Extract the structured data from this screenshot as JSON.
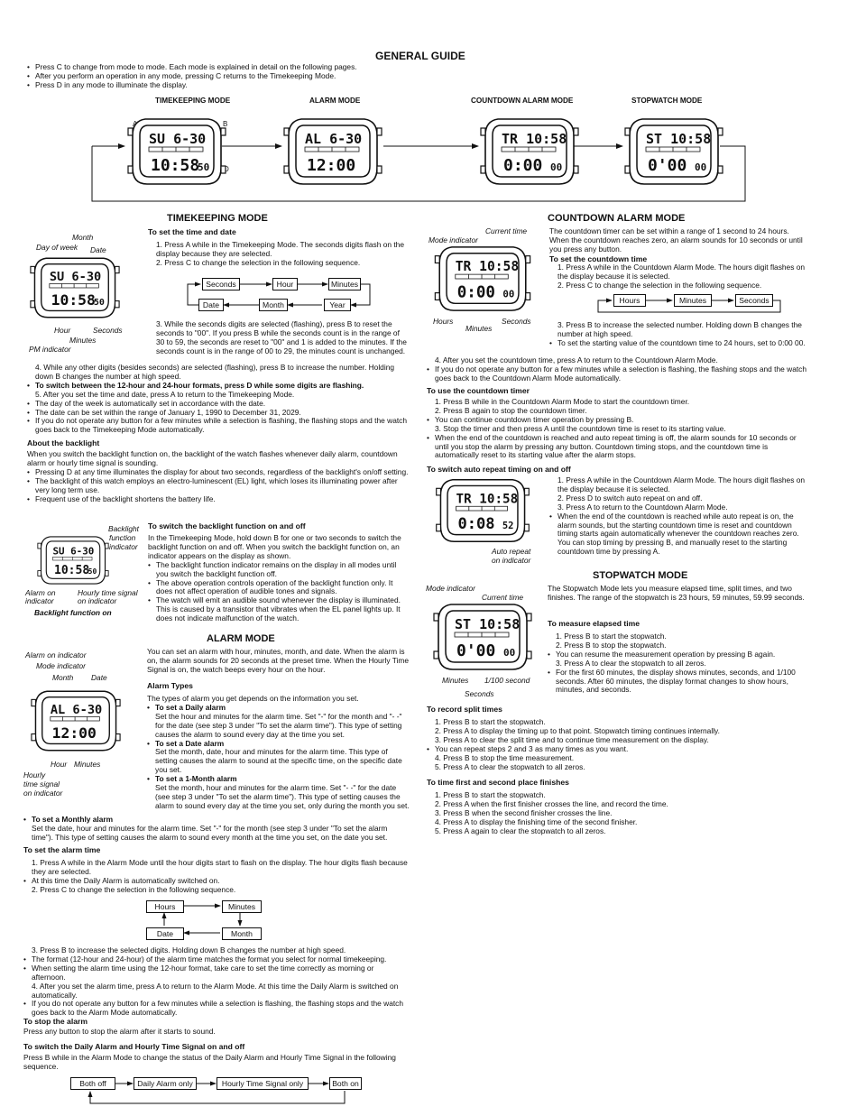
{
  "title": "GENERAL GUIDE",
  "intro": [
    "Press C to change from mode to mode. Each mode is explained in detail on the following pages.",
    "After you perform an operation in any mode, pressing C returns to the Timekeeping Mode.",
    "Press D in any mode to illuminate the display."
  ],
  "modes": [
    {
      "caption": "TIMEKEEPING MODE",
      "top": "SU  6-30",
      "bottom": "10:58",
      "sec": "50"
    },
    {
      "caption": "ALARM MODE",
      "top": "AL  6-30",
      "bottom": "12:00",
      "sec": ""
    },
    {
      "caption": "COUNTDOWN ALARM MODE",
      "top": "TR 10:58",
      "bottom": "0:00",
      "sec": "00"
    },
    {
      "caption": "STOPWATCH MODE",
      "top": "ST 10:58",
      "bottom": "0'00",
      "sec": "00"
    }
  ],
  "buttons": {
    "a": "A",
    "b": "B",
    "c": "C",
    "d": "D"
  },
  "tk": {
    "heading": "TIMEKEEPING MODE",
    "set_heading": "To set the time and date",
    "labels": {
      "month": "Month",
      "day_of_week": "Day of week",
      "date": "Date",
      "hour": "Hour",
      "seconds": "Seconds",
      "minutes": "Minutes",
      "pm": "PM indicator"
    },
    "steps_a": [
      "1. Press A while in the Timekeeping Mode. The seconds digits flash on the display because they are selected.",
      "2. Press C to change the selection in the following sequence."
    ],
    "seq": [
      "Seconds",
      "Hour",
      "Minutes",
      "Date",
      "Month",
      "Year"
    ],
    "steps_b": [
      "3. While the seconds digits are selected (flashing), press B to reset the seconds to \"00\". If you press B while the seconds count is in the range of 30 to 59, the seconds are reset to \"00\" and 1 is added to the minutes. If the seconds count is in the range of 00 to 29, the minutes count is unchanged.",
      "4. While any other digits (besides seconds) are selected (flashing), press B to increase the number. Holding down B changes the number at high speed."
    ],
    "bullets": [
      "To switch between the 12-hour and 24-hour formats, press D while some digits are flashing.",
      "5. After you set the time and date, press A to return to the Timekeeping Mode.",
      "The day of the week is automatically set in accordance with the date.",
      "The date can be set within the range of January 1, 1990 to December 31, 2029.",
      "If you do not operate any button for a few minutes while a selection is flashing, the flashing stops and the watch goes back to the Timekeeping Mode automatically."
    ],
    "backlight_heading": "About the backlight",
    "backlight_text": "When you switch the backlight function on, the backlight of the watch flashes whenever daily alarm, countdown alarm or hourly time signal is sounding.",
    "backlight_bullets": [
      "Pressing D at any time illuminates the display for about two seconds, regardless of the backlight's on/off setting.",
      "The backlight of this watch employs an electro-luminescent (EL) light, which loses its illuminating power after very long term use.",
      "Frequent use of the backlight shortens the battery life."
    ],
    "bl_labels": {
      "backlight": "Backlight",
      "function": "function",
      "indicator": "indicator",
      "alarm_on": "Alarm on",
      "indicator2": "indicator",
      "hourly": "Hourly time signal",
      "on_indicator": "on indicator",
      "caption": "Backlight function on"
    },
    "bl_switch_heading": "To switch the backlight function on and off",
    "bl_switch_text": "In the Timekeeping Mode, hold down B for one or two seconds to switch the backlight function on and off. When you switch the backlight function on, an indicator appears on the display as shown.",
    "bl_switch_bullets": [
      "The backlight function indicator remains on the display in all modes until you switch the backlight function off.",
      "The above operation controls operation of the backlight function only. It does not affect operation of audible tones and signals.",
      "The watch will emit an audible sound whenever the display is illuminated. This is caused by a transistor that vibrates when the EL panel lights up. It does not indicate malfunction of the watch."
    ]
  },
  "alarm": {
    "heading": "ALARM MODE",
    "labels": {
      "alarm_on": "Alarm on indicator",
      "mode": "Mode indicator",
      "month": "Month",
      "date": "Date",
      "hour": "Hour",
      "minutes": "Minutes",
      "hourly": "Hourly",
      "time_signal": "time signal",
      "on_ind": "on indicator"
    },
    "intro": "You can set an alarm with hour, minutes, month, and date. When the alarm is on, the alarm sounds for 20 seconds at the preset time. When the Hourly Time Signal is on, the watch beeps every hour on the hour.",
    "types_heading": "Alarm Types",
    "types_intro": "The types of alarm you get depends on the information you set.",
    "daily_h": "To set a Daily alarm",
    "daily_t": "Set the hour and minutes for the alarm time. Set \"-\" for the month and \"- -\" for the date (see step 3 under \"To set the alarm time\"). This type of setting causes the alarm to sound every day at the time you set.",
    "date_h": "To set a Date alarm",
    "date_t": "Set the month, date, hour and minutes for the alarm time. This type of setting causes the alarm to sound at the specific time, on the specific date you set.",
    "month1_h": "To set a 1-Month alarm",
    "month1_t": "Set the month, hour and minutes for the alarm time. Set \"- -\" for the date (see step 3 under \"To set the alarm time\"). This type of setting causes the alarm to sound every day at the time you set, only during the month you set.",
    "monthly_h": "To set a Monthly alarm",
    "monthly_t": "Set the date, hour and minutes for the alarm time. Set \"-\" for the month (see step 3 under \"To set the alarm time\"). This type of setting causes the alarm to sound every month at the time you set, on the date you set.",
    "set_heading": "To set the alarm time",
    "set_lines": [
      [
        "num",
        "1. Press A while in the Alarm Mode until the hour digits start to flash on the display. The hour digits flash because they are selected."
      ],
      [
        "bul",
        "At this time the Daily Alarm is automatically switched on."
      ],
      [
        "num",
        "2. Press C to change the selection in the following sequence."
      ]
    ],
    "seq": [
      "Hours",
      "Minutes",
      "Date",
      "Month"
    ],
    "after_lines": [
      [
        "num",
        "3. Press B to increase the selected digits. Holding down B changes the number at high speed."
      ],
      [
        "bul",
        "The format (12-hour and 24-hour) of the alarm time matches the format you select for normal timekeeping."
      ],
      [
        "bul",
        "When setting the alarm time using the 12-hour format, take care to set the time correctly as morning or afternoon."
      ],
      [
        "num",
        "4. After you set the alarm time, press A to return to the Alarm Mode. At this time the Daily Alarm is switched on automatically."
      ],
      [
        "bul",
        "If you do not operate any button for a few minutes while a selection is flashing, the flashing stops and the watch goes back to the Alarm Mode automatically."
      ]
    ],
    "stop_heading": "To stop the alarm",
    "stop_text": "Press any button to stop the alarm after it starts to sound.",
    "switch_heading": "To switch the Daily Alarm and Hourly Time Signal on and off",
    "switch_text": "Press B while in the Alarm Mode to change the status of the Daily Alarm and Hourly Time Signal in the following sequence.",
    "switch_seq": [
      "Both off",
      "Daily Alarm only",
      "Hourly Time Signal only",
      "Both on"
    ]
  },
  "cd": {
    "heading": "COUNTDOWN ALARM MODE",
    "labels": {
      "current_time": "Current time",
      "mode": "Mode indicator",
      "hours": "Hours",
      "seconds": "Seconds",
      "minutes": "Minutes",
      "auto": "Auto repeat",
      "on_ind": "on indicator"
    },
    "intro": "The countdown timer can be set within a range of 1 second to 24 hours. When the countdown reaches zero, an alarm sounds for 10 seconds or until you press any button.",
    "set_heading": "To set the countdown time",
    "set_a": [
      "1. Press A while in the Countdown Alarm Mode. The hours digit flashes on the display because it is selected.",
      "2. Press C to change the selection in the following sequence."
    ],
    "seq": [
      "Hours",
      "Minutes",
      "Seconds"
    ],
    "set_b": [
      [
        "num",
        "3. Press B to increase the selected number. Holding down B changes the number at high speed."
      ],
      [
        "bul",
        "To set the starting value of the countdown time to 24 hours, set to 0:00 00."
      ]
    ],
    "set_c": [
      [
        "num",
        "4. After you set the countdown time, press A to return to the Countdown Alarm Mode."
      ],
      [
        "bul",
        "If you do not operate any button for a few minutes while a selection is flashing, the flashing stops and the watch goes back to the Countdown Alarm Mode automatically."
      ]
    ],
    "use_heading": "To use the countdown timer",
    "use_lines": [
      [
        "num",
        "1. Press B while in the Countdown Alarm Mode to start the countdown timer."
      ],
      [
        "num",
        "2. Press B again to stop the countdown timer."
      ],
      [
        "bul",
        "You can continue countdown timer operation by pressing B."
      ],
      [
        "num",
        "3. Stop the timer and then press A until the countdown time is reset to its starting value."
      ],
      [
        "bul",
        "When the end of the countdown is reached and auto repeat timing is off, the alarm sounds for 10 seconds or until you stop the alarm by pressing any button. Countdown timing stops, and the countdown time is automatically reset to its starting value after the alarm stops."
      ]
    ],
    "auto_heading": "To switch auto repeat timing on and off",
    "auto_lines": [
      [
        "num",
        "1. Press A while in the Countdown Alarm Mode. The hours digit flashes on the display because it is selected."
      ],
      [
        "num",
        "2. Press D to switch auto repeat on and off."
      ],
      [
        "num",
        "3. Press A to return to the Countdown Alarm Mode."
      ],
      [
        "bul",
        "When the end of the countdown is reached while auto repeat is on, the alarm sounds, but the starting countdown time is reset and countdown timing starts again automatically whenever the countdown reaches zero. You can stop timing by pressing B, and manually reset to the starting countdown time by pressing A."
      ]
    ]
  },
  "sw": {
    "heading": "STOPWATCH MODE",
    "labels": {
      "mode": "Mode indicator",
      "current_time": "Current time",
      "minutes": "Minutes",
      "sec100": "1/100 second",
      "seconds": "Seconds"
    },
    "intro": "The Stopwatch Mode lets you measure elapsed time, split times, and two finishes. The range of the stopwatch is 23 hours, 59 minutes, 59.99 seconds.",
    "elapsed_heading": "To measure elapsed time",
    "elapsed_lines": [
      [
        "num",
        "1. Press B to start the stopwatch."
      ],
      [
        "num",
        "2. Press B to stop the stopwatch."
      ],
      [
        "bul",
        "You can resume the measurement operation by pressing B again."
      ],
      [
        "num",
        "3. Press A to clear the stopwatch to all zeros."
      ],
      [
        "bul",
        "For the first 60 minutes, the display shows minutes, seconds, and 1/100 seconds. After 60 minutes, the display format changes to show hours, minutes, and seconds."
      ]
    ],
    "split_heading": "To record split times",
    "split_lines": [
      [
        "num",
        "1. Press B to start the stopwatch."
      ],
      [
        "num",
        "2. Press A to display the timing up to that point. Stopwatch timing continues internally."
      ],
      [
        "num",
        "3. Press A to clear the split time and to continue time measurement on the display."
      ],
      [
        "bul",
        "You can repeat steps 2 and 3 as many times as you want."
      ],
      [
        "num",
        "4. Press B to stop the time measurement."
      ],
      [
        "num",
        "5. Press A to clear the stopwatch to all zeros."
      ]
    ],
    "finish_heading": "To time first and second place finishes",
    "finish_lines": [
      [
        "num",
        "1. Press B to start the stopwatch."
      ],
      [
        "num",
        "2. Press A when the first finisher crosses the line, and record the time."
      ],
      [
        "num",
        "3. Press B when the second finisher crosses the line."
      ],
      [
        "num",
        "4. Press A to display the finishing time of the second finisher."
      ],
      [
        "num",
        "5. Press A again to clear the stopwatch to all zeros."
      ]
    ]
  },
  "small_watches": {
    "tk": {
      "top": "SU  6-30",
      "bottom": "10:58",
      "sec": "50"
    },
    "bl": {
      "top": "SU  6-30",
      "bottom": "10:58",
      "sec": "50"
    },
    "al": {
      "top": "AL  6-30",
      "bottom": "12:00",
      "sec": ""
    },
    "cd": {
      "top": "TR 10:58",
      "bottom": "0:00",
      "sec": "00"
    },
    "cd2": {
      "top": "TR 10:58",
      "bottom": "0:08",
      "sec": "52"
    },
    "sw": {
      "top": "ST 10:58",
      "bottom": "0'00",
      "sec": "00"
    }
  }
}
